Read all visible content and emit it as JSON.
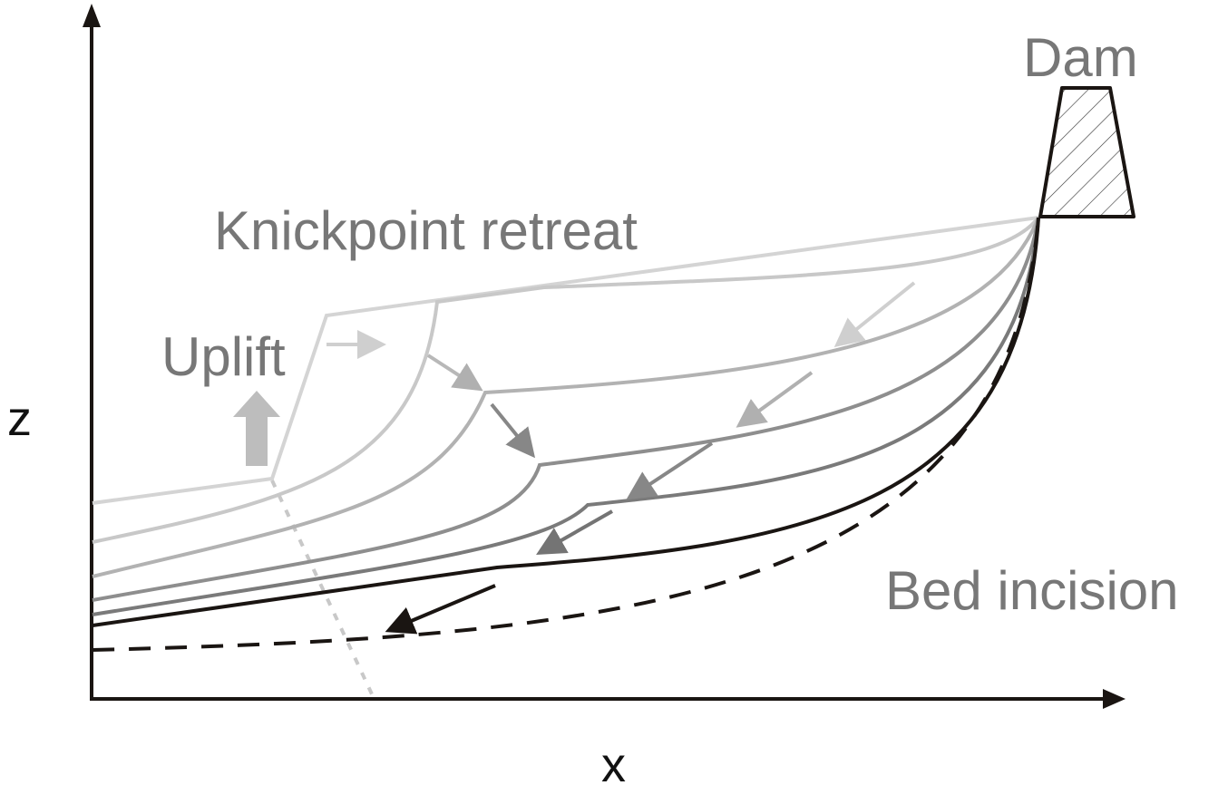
{
  "labels": {
    "knickpoint": "Knickpoint retreat",
    "uplift": "Uplift",
    "dam": "Dam",
    "bed_incision": "Bed incision",
    "z_axis": "z",
    "x_axis": "x"
  },
  "colors": {
    "profile_1": "#d4d4d4",
    "profile_2": "#c8c8c8",
    "profile_3": "#b2b2b2",
    "profile_4": "#8e8e8e",
    "profile_5": "#7a7a7a",
    "profile_6": "#1a1512",
    "text": "#777777"
  }
}
